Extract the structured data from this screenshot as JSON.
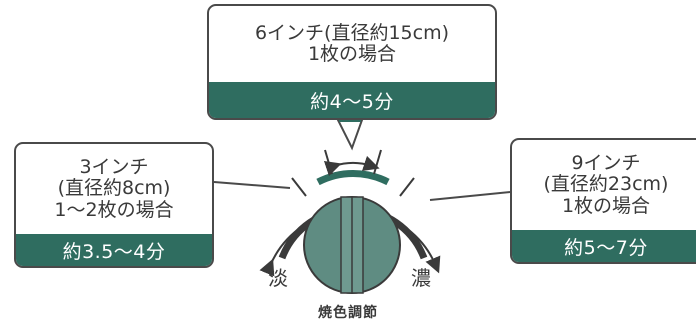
{
  "callouts": {
    "top": {
      "line1": "6インチ(直径約15cm)",
      "line2": "1枚の場合",
      "time": "約4〜5分"
    },
    "left": {
      "line1": "3インチ",
      "line2": "(直径約8cm)",
      "line3": "1〜2枚の場合",
      "time": "約3.5〜4分"
    },
    "right": {
      "line1": "9インチ",
      "line2": "(直径約23cm)",
      "line3": "1枚の場合",
      "time": "約5〜7分"
    }
  },
  "dial": {
    "label_light": "淡",
    "label_dark": "濃",
    "caption": "焼色調節"
  },
  "colors": {
    "accent": "#2f6d60",
    "line": "#4a4a4a",
    "knob": "#5f8c82"
  }
}
